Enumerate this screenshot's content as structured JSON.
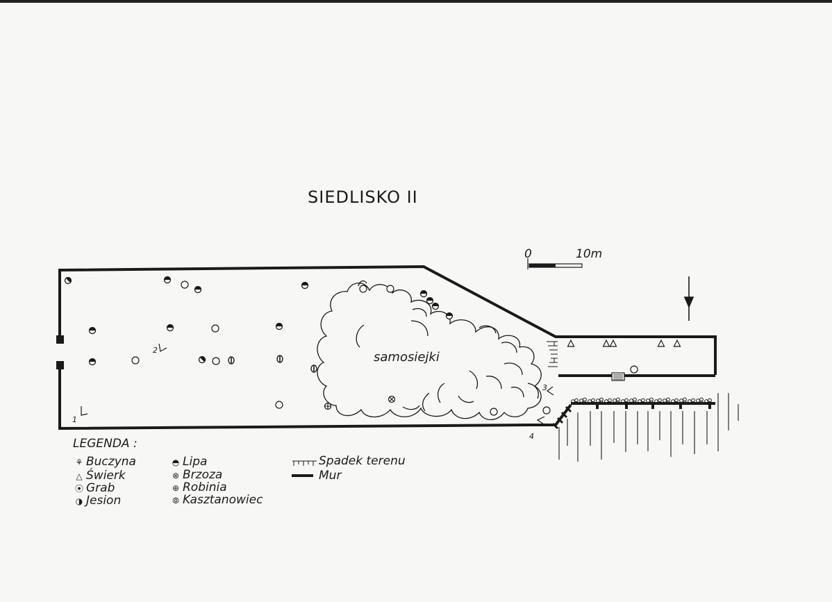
{
  "title": "SIEDLISKO II",
  "scale": {
    "zero": "0",
    "max": "10m"
  },
  "area_label": "samosiejki",
  "viewpoints": [
    "1",
    "2",
    "3",
    "4"
  ],
  "legend": {
    "title": "LEGENDA :",
    "trees": [
      {
        "symbol": "buczyna-icon",
        "label": "Buczyna"
      },
      {
        "symbol": "swierk-icon",
        "label": "Świerk"
      },
      {
        "symbol": "grab-icon",
        "label": "Grab"
      },
      {
        "symbol": "jesion-icon",
        "label": "Jesion"
      },
      {
        "symbol": "lipa-icon",
        "label": "Lipa"
      },
      {
        "symbol": "brzoza-icon",
        "label": "Brzoza"
      },
      {
        "symbol": "robinia-icon",
        "label": "Robinia"
      },
      {
        "symbol": "kasztanowiec-icon",
        "label": "Kasztanowiec"
      }
    ],
    "features": [
      {
        "symbol": "slope-icon",
        "label": "Spadek terenu"
      },
      {
        "symbol": "wall-icon",
        "label": "Mur"
      }
    ]
  },
  "colors": {
    "ink": "#1a1a1a",
    "paper": "#f7f7f5"
  }
}
